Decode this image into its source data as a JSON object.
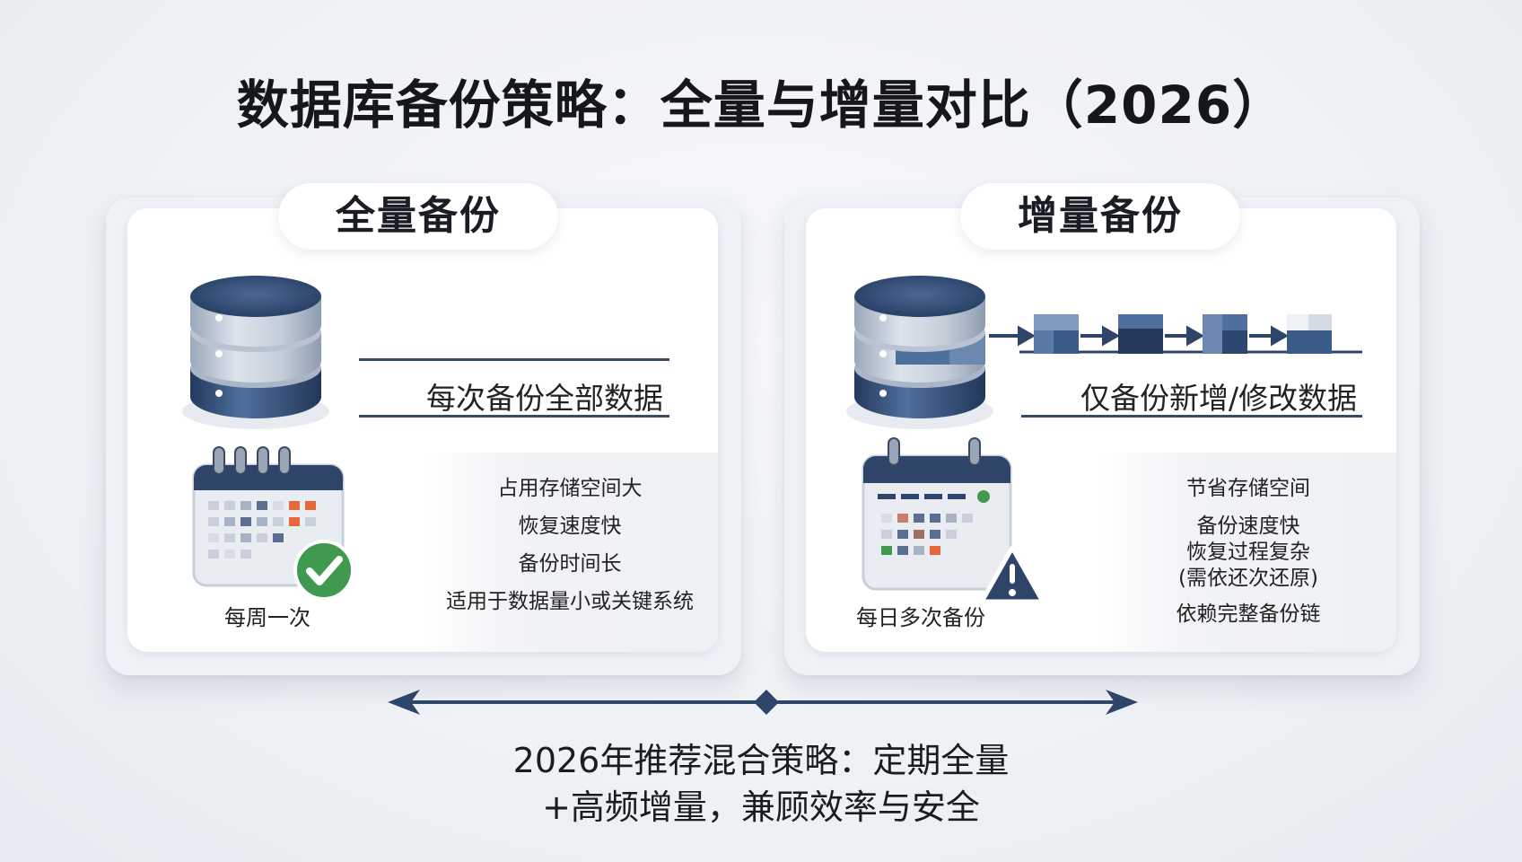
{
  "title": "数据库备份策略：全量与增量对比（2026）",
  "full": {
    "tab_label": "全量备份",
    "description": "每次备份全部数据",
    "schedule_label": "每周一次",
    "features": [
      "占用存储空间大",
      "恢复速度快",
      "备份时间长",
      "适用于数据量小或关键系统"
    ],
    "status_icon": "check-icon"
  },
  "incremental": {
    "tab_label": "增量备份",
    "description": "仅备份新增/修改数据",
    "schedule_label": "每日多次备份",
    "features": [
      "节省存储空间",
      "备份速度快",
      "恢复过程复杂",
      "(需依还次还原)",
      "依赖完整备份链"
    ],
    "status_icon": "warning-icon"
  },
  "summary": {
    "line1": "2026年推荐混合策略：定期全量",
    "line2": "+高频增量，兼顾效率与安全"
  },
  "colors": {
    "navy": "#2e4468",
    "blue_mid": "#4f6f9c",
    "silver": "#c9d2de",
    "check_green": "#3f9a4f",
    "accent_orange": "#e4683c"
  }
}
